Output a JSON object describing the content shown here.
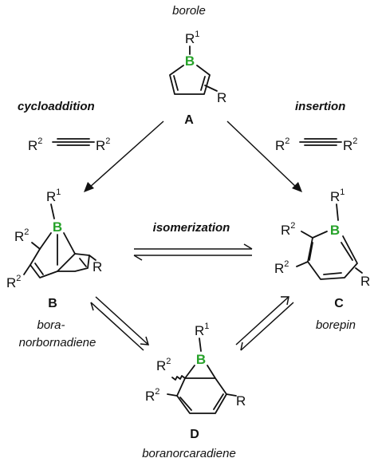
{
  "compounds": {
    "A": {
      "label": "A",
      "name": "borole",
      "boron": "B",
      "r1": "R",
      "r1_sup": "1",
      "r": "R"
    },
    "B": {
      "label": "B",
      "name_line1": "bora-",
      "name_line2": "norbornadiene",
      "boron": "B",
      "r1": "R",
      "r1_sup": "1",
      "r2a": "R",
      "r2a_sup": "2",
      "r2b": "R",
      "r2b_sup": "2",
      "r": "R"
    },
    "C": {
      "label": "C",
      "name": "borepin",
      "boron": "B",
      "r1": "R",
      "r1_sup": "1",
      "r2a": "R",
      "r2a_sup": "2",
      "r2b": "R",
      "r2b_sup": "2",
      "r": "R"
    },
    "D": {
      "label": "D",
      "name": "boranorcaradiene",
      "boron": "B",
      "r1": "R",
      "r1_sup": "1",
      "r2a": "R",
      "r2a_sup": "2",
      "r2b": "R",
      "r2b_sup": "2",
      "r": "R"
    }
  },
  "reactions": {
    "left": {
      "label": "cycloaddition"
    },
    "right": {
      "label": "insertion"
    },
    "middle": {
      "label": "isomerization"
    }
  },
  "alkyne": {
    "r_left": "R",
    "r_left_sup": "2",
    "r_right": "R",
    "r_right_sup": "2"
  }
}
